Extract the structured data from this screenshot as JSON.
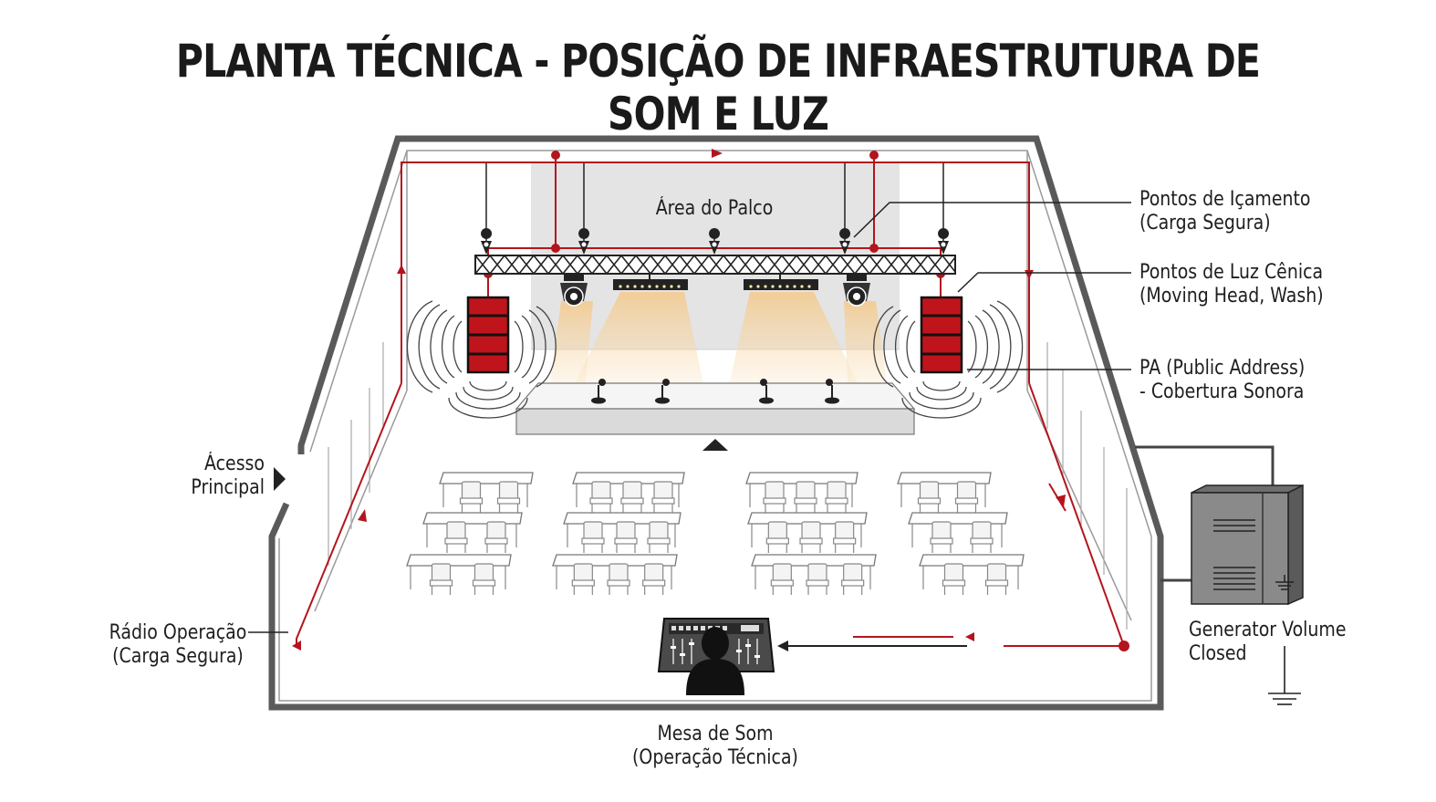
{
  "title": "PLANTA TÉCNICA - POSIÇÃO DE INFRAESTRUTURA DE SOM E LUZ",
  "labels": {
    "stage_area": "Área do Palco",
    "hoist_points": [
      "Pontos de Içamento",
      "(Carga Segura)"
    ],
    "light_points": [
      "Pontos de Luz Cênica",
      "(Moving Head, Wash)"
    ],
    "pa": [
      "PA (Public Address)",
      "- Cobertura Sonora"
    ],
    "main_access": [
      "Ácesso",
      "Principal"
    ],
    "radio": [
      "Rádio Operação",
      "(Carga Segura)"
    ],
    "generator": [
      "Generator Volume",
      "Closed"
    ],
    "sound_desk": [
      "Mesa de Som",
      "(Operação Técnica)"
    ]
  },
  "colors": {
    "cable_red": "#b3151d",
    "wall_gray": "#555555",
    "speaker_red": "#c0141c",
    "light_beam": "#f6d9a6",
    "stage_back": "#e6e6e6"
  },
  "icons": [
    "hoist-point-icon",
    "moving-head-icon",
    "wash-bar-icon",
    "pa-speaker-icon",
    "sound-wave-icon",
    "microphone-icon",
    "table-chair-icon",
    "mixer-desk-icon",
    "operator-icon",
    "generator-icon",
    "ground-icon",
    "access-arrow-icon"
  ]
}
